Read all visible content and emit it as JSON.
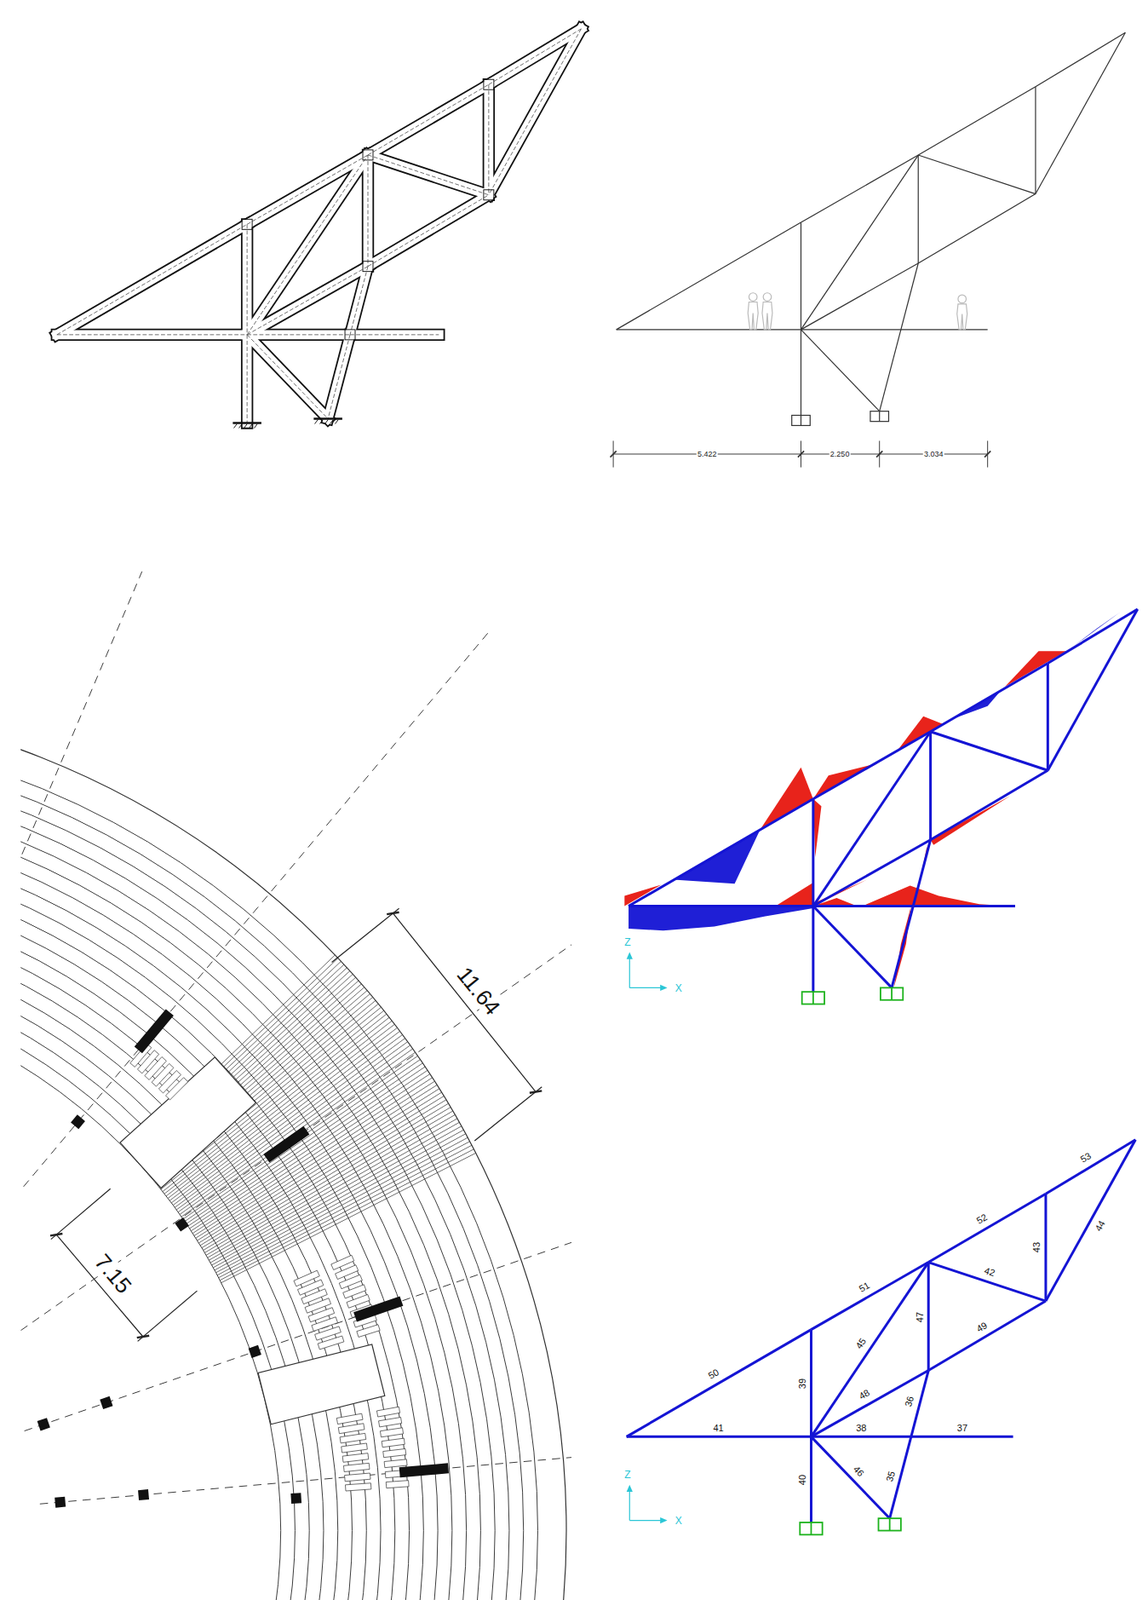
{
  "diagram": {
    "labels": [
      "5.422",
      "2.250",
      "3.034",
      "11.64",
      "7.15",
      "Z",
      "X",
      "Z",
      "X",
      "50",
      "39",
      "45",
      "51",
      "47",
      "52",
      "53",
      "43",
      "44",
      "42",
      "49",
      "48",
      "36",
      "41",
      "38",
      "37",
      "40",
      "46",
      "35"
    ]
  }
}
